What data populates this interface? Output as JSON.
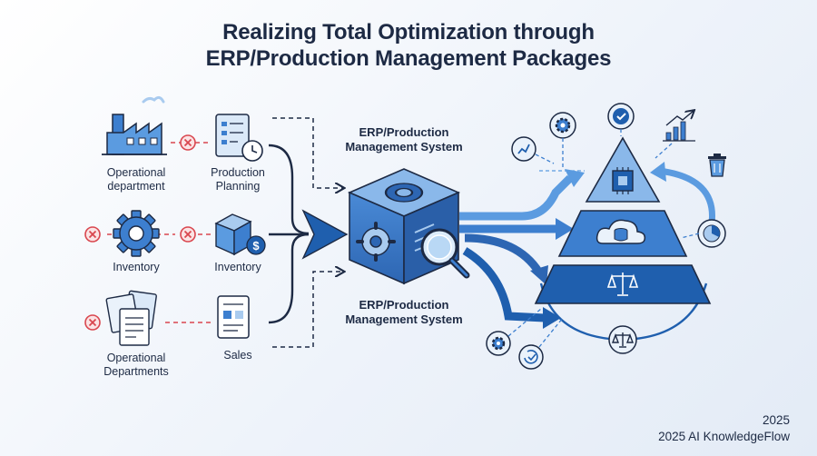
{
  "title": {
    "line1": "Realizing Total Optimization through",
    "line2": "ERP/Production Management Packages"
  },
  "left": {
    "col1": {
      "top": "Operational department",
      "middle": "Inventory",
      "bottom": "Operational Departments"
    },
    "col2": {
      "top": "Production Planning",
      "middle": "Inventory",
      "bottom": "Sales"
    }
  },
  "center": {
    "top_label": "ERP/Production Management System",
    "bottom_label": "ERP/Production Management System"
  },
  "footer": {
    "year": "2025",
    "credit": "2025 AI KnowledgeFlow"
  },
  "icons": [
    "factory-icon",
    "document-clock-icon",
    "gear-icon",
    "package-icon",
    "documents-icon",
    "form-document-icon",
    "cube-gear-icon",
    "magnifier-icon",
    "cpu-icon",
    "cloud-database-icon",
    "balance-scale-icon",
    "check-circle-icon",
    "bar-chart-icon",
    "trash-icon",
    "pie-chart-icon",
    "line-chart-icon",
    "refresh-check-icon",
    "error-x-icon"
  ],
  "colors": {
    "accent_dark": "#1f5fae",
    "accent": "#3d7fcf",
    "accent_light": "#a9cbef",
    "ink": "#1d2a44",
    "error": "#d9474f"
  }
}
